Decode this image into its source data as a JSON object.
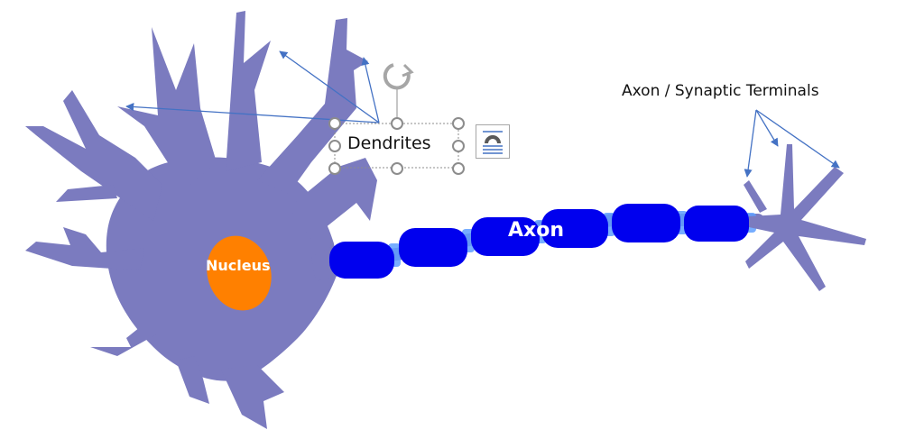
{
  "labels": {
    "dendrites": "Dendrites",
    "terminals": "Axon / Synaptic Terminals",
    "nucleus": "Nucleus",
    "axon": "Axon"
  },
  "colors": {
    "neuron_body": "#7b7bbf",
    "axon_myelin": "#0000ee",
    "node_of_ranvier": "#5f9fff",
    "nucleus": "#ff8000",
    "arrow": "#4472c4",
    "selection_handle": "#8c8c8c"
  },
  "editor": {
    "selected_shape": "Dendrites",
    "icons": [
      "rotate-handle-icon",
      "layout-options-icon"
    ]
  }
}
